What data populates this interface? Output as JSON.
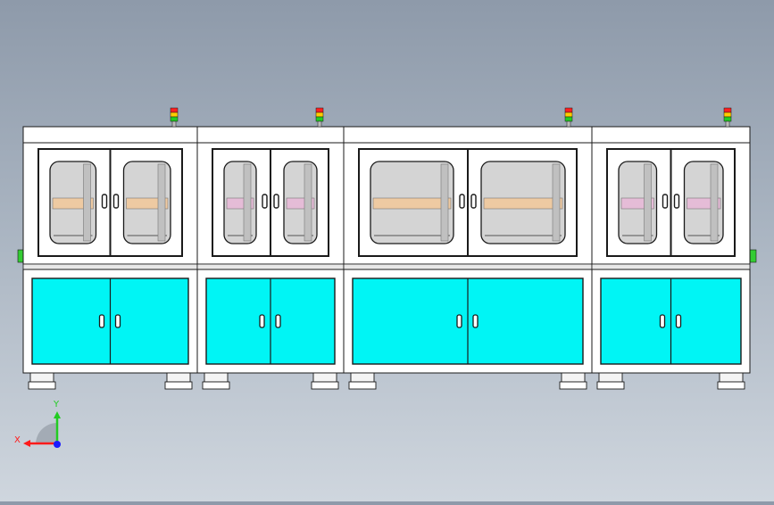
{
  "viewport": {
    "background_top": "#8e9aaa",
    "background_bottom": "#cfd6de"
  },
  "machine": {
    "frame_color": "#ffffff",
    "line_color": "#1a1a1a",
    "lower_door_color": "#00f5f5",
    "window_color": "#d4d4d4",
    "stations": 4,
    "signal_tower_colors": [
      "#ff2020",
      "#ffcc00",
      "#22cc22"
    ],
    "side_button_color": "#33cc33"
  },
  "triad": {
    "x_label": "X",
    "y_label": "Y",
    "x_color": "#ff1a1a",
    "y_color": "#22cc22",
    "z_color": "#1a1aff"
  }
}
